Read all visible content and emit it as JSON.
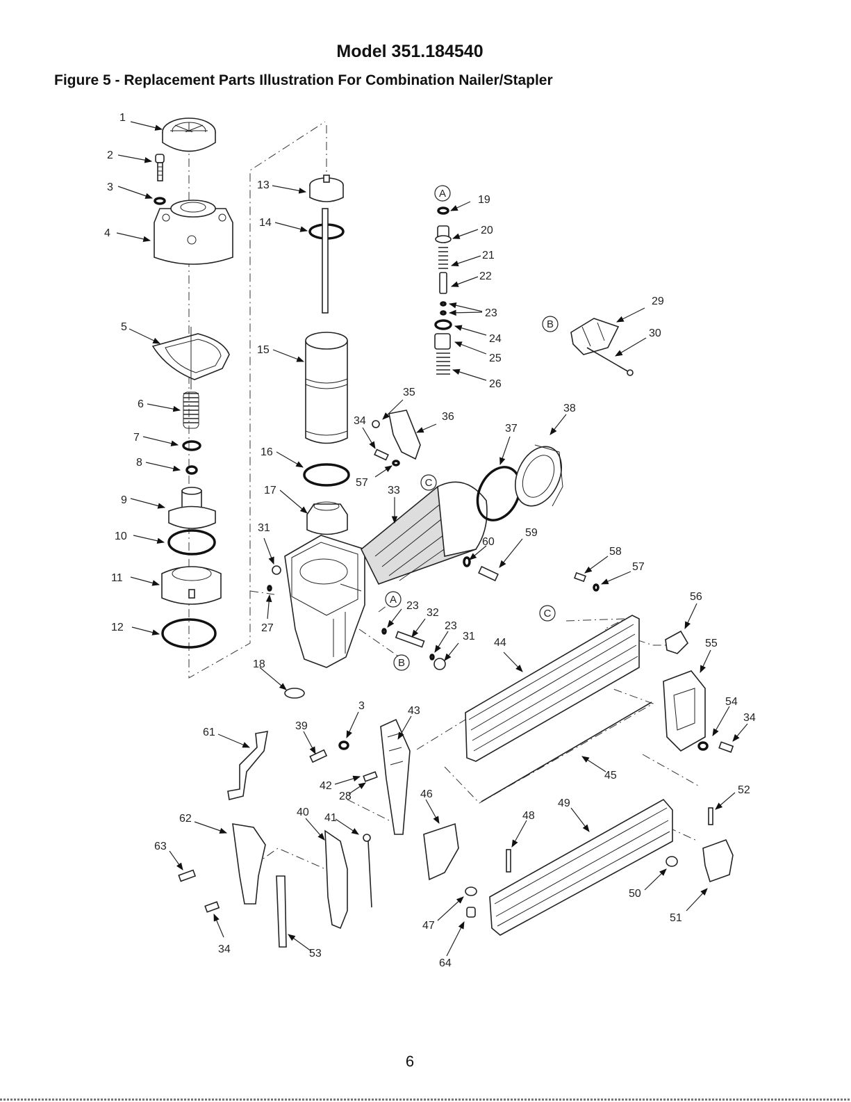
{
  "header": {
    "title": "Model 351.184540",
    "subtitle": "Figure 5 - Replacement Parts Illustration For Combination Nailer/Stapler"
  },
  "callouts": [
    {
      "text": "1"
    },
    {
      "text": "2"
    },
    {
      "text": "3"
    },
    {
      "text": "4"
    },
    {
      "text": "5"
    },
    {
      "text": "6"
    },
    {
      "text": "7"
    },
    {
      "text": "8"
    },
    {
      "text": "9"
    },
    {
      "text": "10"
    },
    {
      "text": "11"
    },
    {
      "text": "12"
    },
    {
      "text": "13"
    },
    {
      "text": "14"
    },
    {
      "text": "15"
    },
    {
      "text": "16"
    },
    {
      "text": "17"
    },
    {
      "text": "18"
    },
    {
      "text": "19"
    },
    {
      "text": "20"
    },
    {
      "text": "21"
    },
    {
      "text": "22"
    },
    {
      "text": "23"
    },
    {
      "text": "24"
    },
    {
      "text": "25"
    },
    {
      "text": "26"
    },
    {
      "text": "27"
    },
    {
      "text": "29"
    },
    {
      "text": "30"
    },
    {
      "text": "31"
    },
    {
      "text": "31"
    },
    {
      "text": "32"
    },
    {
      "text": "23"
    },
    {
      "text": "23"
    },
    {
      "text": "33"
    },
    {
      "text": "34"
    },
    {
      "text": "35"
    },
    {
      "text": "36"
    },
    {
      "text": "37"
    },
    {
      "text": "38"
    },
    {
      "text": "57"
    },
    {
      "text": "60"
    },
    {
      "text": "59"
    },
    {
      "text": "58"
    },
    {
      "text": "57"
    },
    {
      "text": "56"
    },
    {
      "text": "55"
    },
    {
      "text": "54"
    },
    {
      "text": "34"
    },
    {
      "text": "44"
    },
    {
      "text": "45"
    },
    {
      "text": "3"
    },
    {
      "text": "43"
    },
    {
      "text": "39"
    },
    {
      "text": "42"
    },
    {
      "text": "28"
    },
    {
      "text": "61"
    },
    {
      "text": "62"
    },
    {
      "text": "63"
    },
    {
      "text": "34"
    },
    {
      "text": "40"
    },
    {
      "text": "41"
    },
    {
      "text": "53"
    },
    {
      "text": "46"
    },
    {
      "text": "47"
    },
    {
      "text": "64"
    },
    {
      "text": "48"
    },
    {
      "text": "49"
    },
    {
      "text": "50"
    },
    {
      "text": "51"
    },
    {
      "text": "52"
    }
  ],
  "reference_markers": [
    {
      "text": "A"
    },
    {
      "text": "B"
    },
    {
      "text": "C"
    },
    {
      "text": "A"
    },
    {
      "text": "B"
    },
    {
      "text": "C"
    }
  ],
  "footer": {
    "page_number": "6"
  }
}
